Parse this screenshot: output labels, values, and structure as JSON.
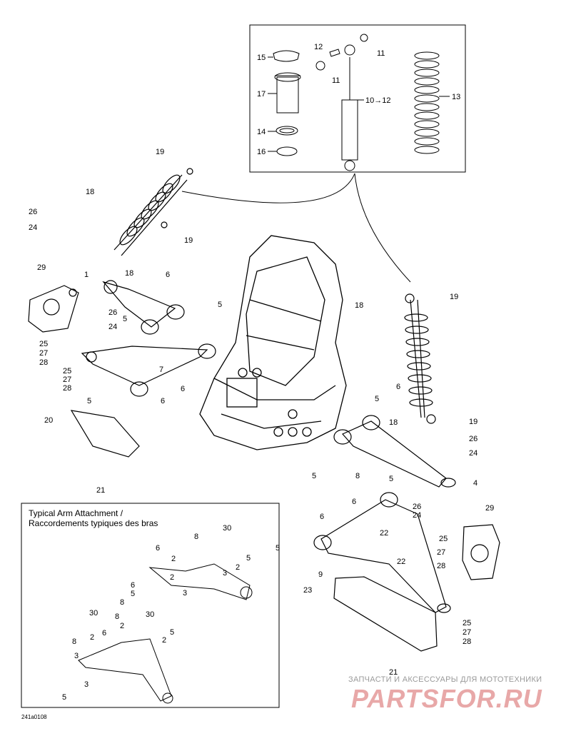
{
  "inset": {
    "title_en": "Typical Arm Attachment /",
    "title_fr": "Raccordements typiques des bras"
  },
  "document_code": "241a0108",
  "watermark": {
    "subtitle": "ЗАПЧАСТИ И АКСЕССУАРЫ ДЛЯ МОТОТЕХНИКИ",
    "logo": "PARTSFOR.RU"
  },
  "detail_box": {
    "callouts": [
      "15",
      "12",
      "11",
      "11",
      "17",
      "10→12",
      "13",
      "14",
      "16"
    ]
  },
  "main_callouts": {
    "top_left": [
      "19",
      "18",
      "26",
      "24",
      "19",
      "18",
      "29",
      "1",
      "6",
      "5",
      "26",
      "24",
      "5",
      "25",
      "27",
      "28",
      "25",
      "27",
      "28",
      "7",
      "6",
      "5",
      "6",
      "20",
      "21"
    ],
    "right": [
      "18",
      "19",
      "6",
      "5",
      "19",
      "18",
      "26",
      "24",
      "5",
      "8",
      "4",
      "5",
      "6",
      "26",
      "25",
      "24",
      "29",
      "6",
      "22",
      "5",
      "27",
      "22",
      "28",
      "9",
      "23",
      "25",
      "27",
      "28",
      "21"
    ]
  },
  "inset_callouts": [
    "30",
    "8",
    "6",
    "5",
    "2",
    "2",
    "3",
    "2",
    "6",
    "5",
    "8",
    "30",
    "3",
    "30",
    "5",
    "8",
    "2",
    "6",
    "2",
    "8",
    "3",
    "2",
    "3",
    "5"
  ],
  "colors": {
    "line": "#000000",
    "watermark_logo": "#e8a8a8",
    "watermark_text": "#9a9a9a"
  }
}
